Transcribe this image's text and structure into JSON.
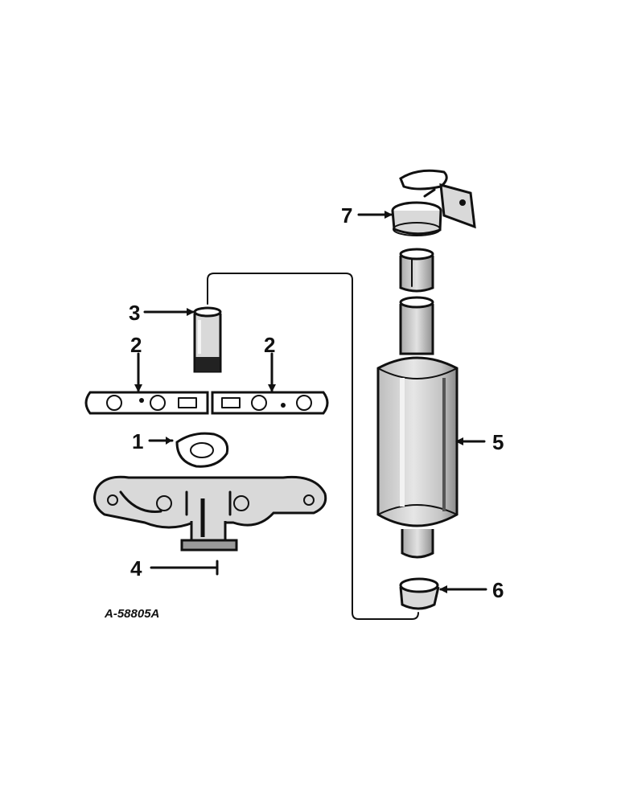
{
  "callouts": {
    "c1": "1",
    "c2a": "2",
    "c2b": "2",
    "c3": "3",
    "c4": "4",
    "c5": "5",
    "c6": "6",
    "c7": "7"
  },
  "reference_code": "A-58805A"
}
